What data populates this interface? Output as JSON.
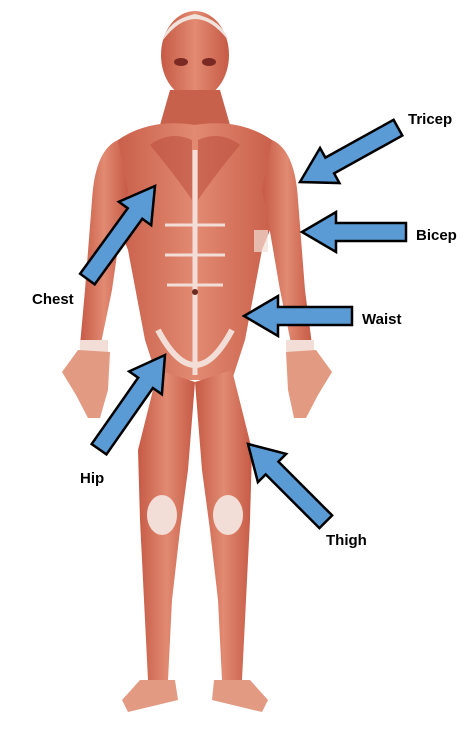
{
  "labels": {
    "tricep": "Tricep",
    "bicep": "Bicep",
    "chest": "Chest",
    "waist": "Waist",
    "hip": "Hip",
    "thigh": "Thigh"
  },
  "colors": {
    "muscle": "#d9755f",
    "muscle_dark": "#b2483a",
    "tendon": "#f2ded6",
    "skin": "#e9a48c",
    "arrow_fill": "#5b9bd5",
    "arrow_stroke": "#000000"
  }
}
